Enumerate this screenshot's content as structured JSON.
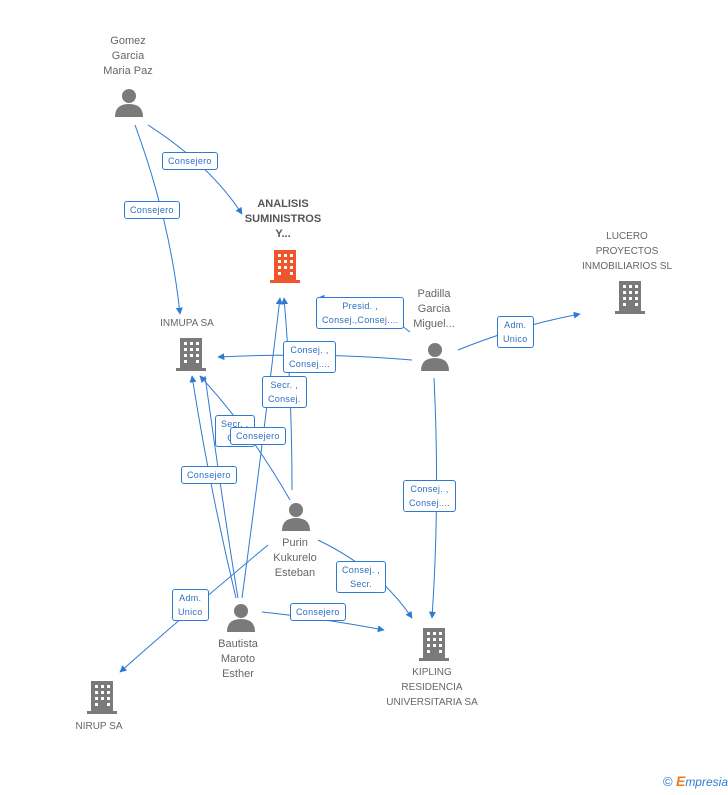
{
  "nodes": {
    "analisis": {
      "lines": [
        "ANALISIS",
        "SUMINISTROS",
        "Y..."
      ],
      "kind": "company-main"
    },
    "gomez": {
      "lines": [
        "Gomez",
        "Garcia",
        "Maria Paz"
      ],
      "kind": "person"
    },
    "inmupa": {
      "lines": [
        "INMUPA SA"
      ],
      "kind": "company"
    },
    "lucero": {
      "lines": [
        "LUCERO",
        "PROYECTOS",
        "INMOBILIARIOS SL"
      ],
      "kind": "company"
    },
    "padilla": {
      "lines": [
        "Padilla",
        "Garcia",
        "Miguel..."
      ],
      "kind": "person"
    },
    "purin": {
      "lines": [
        "Purin",
        "Kukurelo",
        "Esteban"
      ],
      "kind": "person"
    },
    "bautista": {
      "lines": [
        "Bautista",
        "Maroto",
        "Esther"
      ],
      "kind": "person"
    },
    "kipling": {
      "lines": [
        "KIPLING",
        "RESIDENCIA",
        "UNIVERSITARIA SA"
      ],
      "kind": "company"
    },
    "nirup": {
      "lines": [
        "NIRUP SA"
      ],
      "kind": "company"
    }
  },
  "edges": {
    "gomez_analisis": {
      "lines": [
        "Consejero"
      ]
    },
    "gomez_inmupa": {
      "lines": [
        "Consejero"
      ]
    },
    "padilla_analisis": {
      "lines": [
        "Presid. ,",
        "Consej.,Consej...."
      ]
    },
    "padilla_lucero": {
      "lines": [
        "Adm.",
        "Unico"
      ]
    },
    "padilla_inmupa": {
      "lines": [
        "Consej. ,",
        "Consej...."
      ]
    },
    "purin_analisis": {
      "lines": [
        "Secr. ,",
        "Consej."
      ]
    },
    "purin_inmupa": {
      "lines": [
        "Secr. ,",
        "C..."
      ]
    },
    "bautista_analisis": {
      "lines": [
        "Consejero"
      ]
    },
    "bautista_inmupa": {
      "lines": [
        "Consejero"
      ]
    },
    "padilla_kipling": {
      "lines": [
        "Consej. ,",
        "Consej...."
      ]
    },
    "purin_kipling": {
      "lines": [
        "Consej. ,",
        "Secr."
      ]
    },
    "purin_nirup": {
      "lines": [
        "Adm.",
        "Unico"
      ]
    },
    "bautista_kipling": {
      "lines": [
        "Consejero"
      ]
    }
  },
  "colors": {
    "edge": "#2f7ad1",
    "person_icon": "#7a7a7a",
    "company_icon": "#7a7a7a",
    "main_company_icon": "#f0562b"
  },
  "icons": {
    "person": "person-icon",
    "company": "building-icon"
  },
  "footer": {
    "copyright": "©",
    "brand_initial": "E",
    "brand_rest": "mpresia"
  }
}
